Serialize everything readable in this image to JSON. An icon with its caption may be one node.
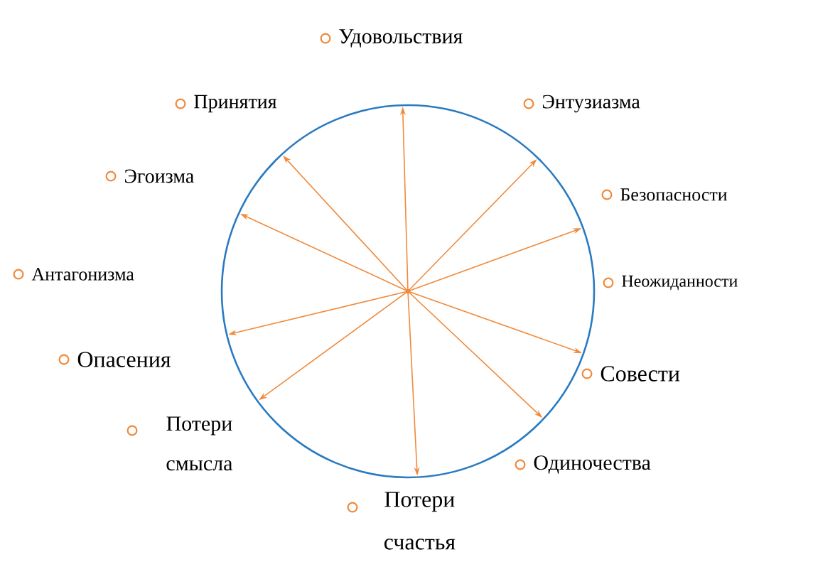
{
  "diagram": {
    "nodes": [
      {
        "text": [
          "Удовольствия"
        ]
      },
      {
        "text": [
          "Принятия"
        ]
      },
      {
        "text": [
          "Энтузиазма"
        ]
      },
      {
        "text": [
          "Эгоизма"
        ]
      },
      {
        "text": [
          "Безопасности"
        ]
      },
      {
        "text": [
          "Антагонизма"
        ]
      },
      {
        "text": [
          "Неожиданности"
        ]
      },
      {
        "text": [
          "Опасения"
        ]
      },
      {
        "text": [
          "Совести"
        ]
      },
      {
        "text": [
          "Потери смысла"
        ]
      },
      {
        "text": [
          "Одиночества"
        ]
      },
      {
        "text": [
          "Потери счастья"
        ]
      }
    ],
    "edges": [
      {
        "from": 0,
        "to": 11,
        "arrow": "both"
      },
      {
        "from": 1,
        "to": 10,
        "arrow": "both"
      },
      {
        "from": 2,
        "to": 9,
        "arrow": "both"
      },
      {
        "from": 3,
        "to": 8,
        "arrow": "both"
      },
      {
        "from": 4,
        "to": 7,
        "arrow": "both"
      }
    ]
  }
}
